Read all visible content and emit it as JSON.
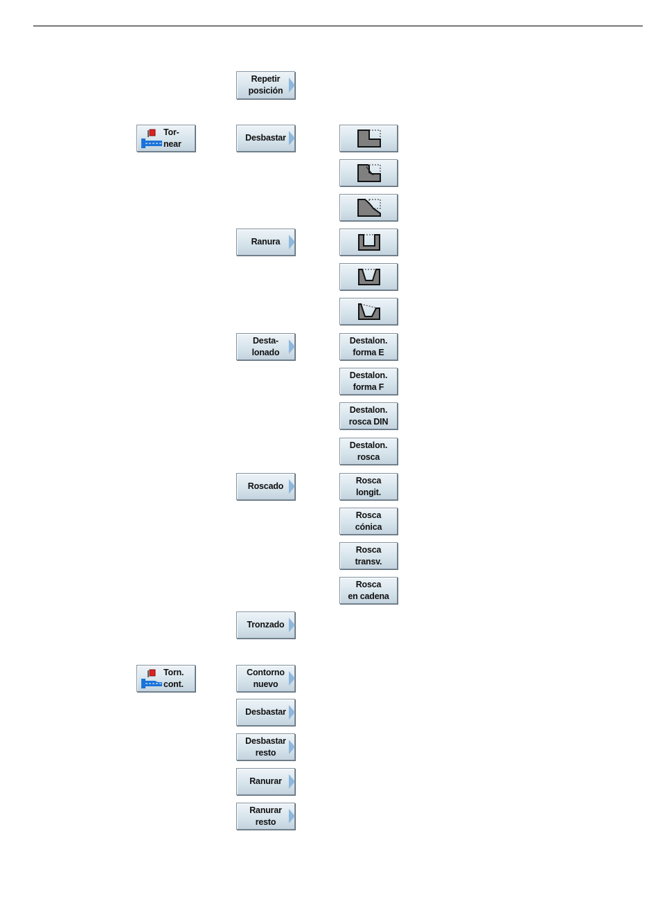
{
  "col1": {
    "tornear": "Tor-\nnear",
    "torn_cont": "Torn.\ncont."
  },
  "col2": {
    "repetir": "Repetir\nposición",
    "desbastar": "Desbastar",
    "ranura": "Ranura",
    "destalonado": "Desta-\nlonado",
    "roscado": "Roscado",
    "tronzado": "Tronzado",
    "contorno_nuevo": "Contorno\nnuevo",
    "desbastar2": "Desbastar",
    "desbastar_resto": "Desbastar\nresto",
    "ranurar": "Ranurar",
    "ranurar_resto": "Ranurar\nresto"
  },
  "col3": {
    "destalon_e": "Destalon.\nforma E",
    "destalon_f": "Destalon.\nforma F",
    "destalon_din": "Destalon.\nrosca DIN",
    "destalon_rosca": "Destalon.\nrosca",
    "rosca_longit": "Rosca\nlongit.",
    "rosca_conica": "Rosca\ncónica",
    "rosca_transv": "Rosca\ntransv.",
    "rosca_cadena": "Rosca\nen cadena"
  },
  "icons": {
    "tornear": "lathe-icon",
    "torn_cont": "lathe-contour-icon",
    "shapes": [
      "rect-stock-icon",
      "chamfer-stock-icon",
      "radius-stock-icon",
      "groove-rect-icon",
      "groove-slant-icon",
      "groove-taper-icon"
    ]
  },
  "colors": {
    "accent": "#8fb7dd",
    "icon_blue": "#1a73d9",
    "icon_red": "#e02020",
    "shape_fill": "#808080"
  }
}
